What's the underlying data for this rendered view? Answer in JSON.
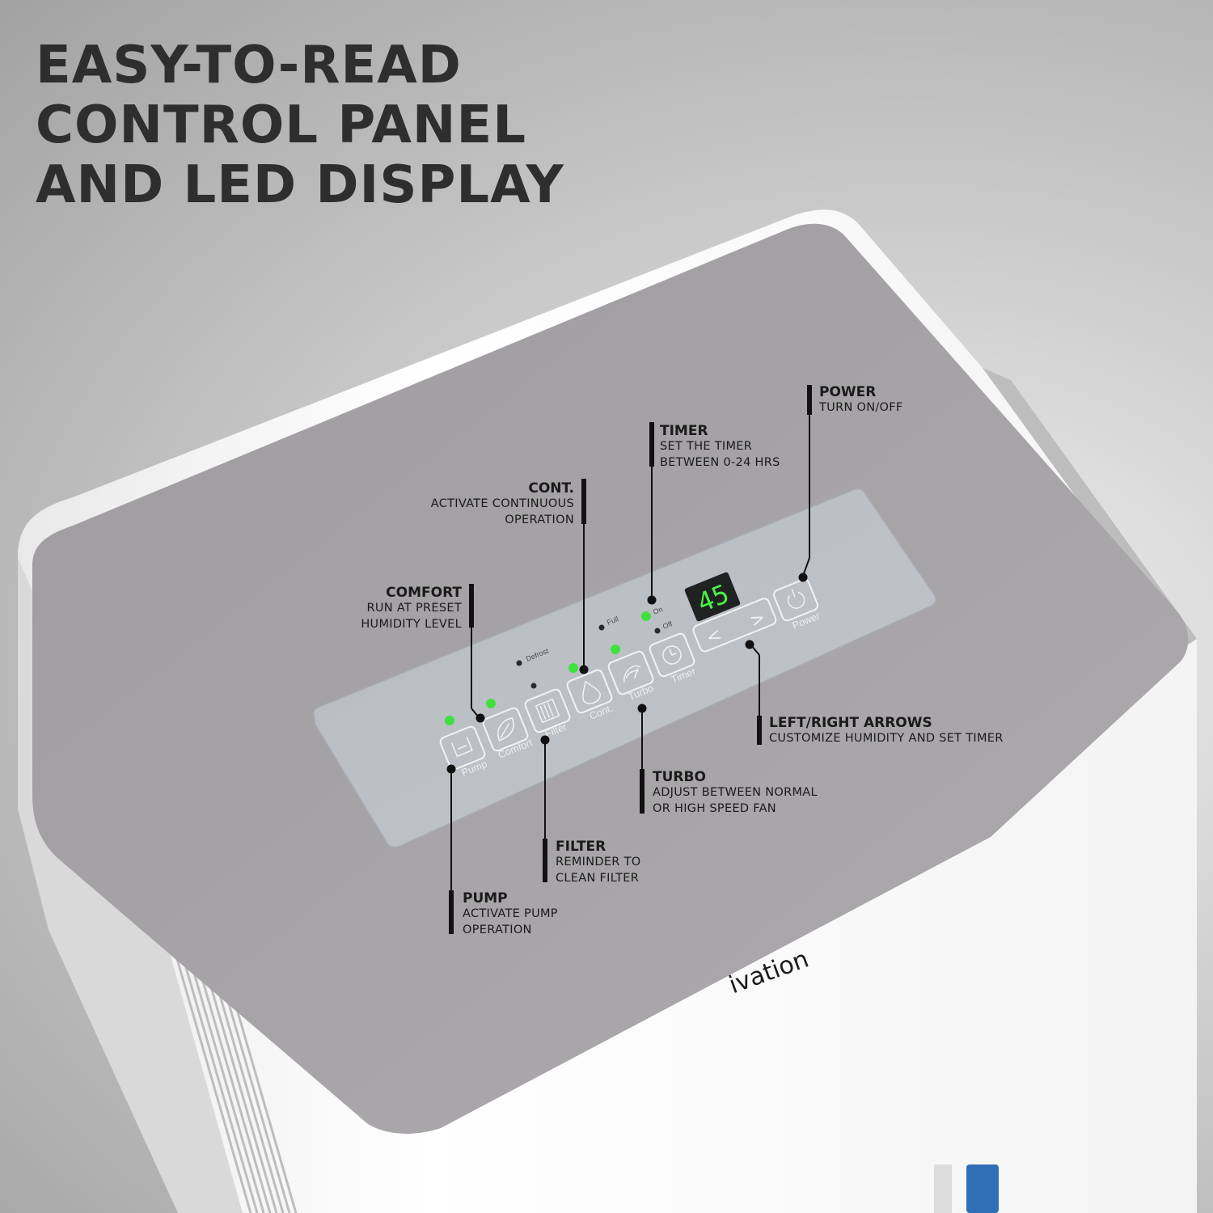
{
  "headline": {
    "lines": [
      "EASY-TO-READ",
      "CONTROL PANEL",
      "AND LED DISPLAY"
    ]
  },
  "device": {
    "brand": "ivation",
    "display_reading": "45",
    "buttons": [
      {
        "id": "pump",
        "label": "Pump",
        "icon": "tank-icon"
      },
      {
        "id": "comfort",
        "label": "Comfort",
        "icon": "leaf-icon"
      },
      {
        "id": "filter",
        "label": "Filter",
        "icon": "filter-icon"
      },
      {
        "id": "cont",
        "label": "Cont.",
        "icon": "drop-icon"
      },
      {
        "id": "turbo",
        "label": "Turbo",
        "icon": "fan-icon"
      },
      {
        "id": "timer",
        "label": "Timer",
        "icon": "clock-icon"
      }
    ],
    "arrows": {
      "left": "<",
      "right": ">"
    },
    "power_label": "Power",
    "indicators": {
      "defrost": "Defrost",
      "full": "Full",
      "on": "On",
      "off": "Off"
    },
    "colors": {
      "led_green": "#3ee03e",
      "display_digits": "#49f049",
      "panel": "#a8a6a8",
      "glass": "#b9bdc2"
    }
  },
  "callouts": {
    "power": {
      "title": "POWER",
      "desc": [
        "TURN ON/OFF"
      ]
    },
    "timer": {
      "title": "TIMER",
      "desc": [
        "SET THE TIMER",
        "BETWEEN 0-24 HRS"
      ]
    },
    "cont": {
      "title": "CONT.",
      "desc": [
        "ACTIVATE CONTINUOUS",
        "OPERATION"
      ]
    },
    "comfort": {
      "title": "COMFORT",
      "desc": [
        "RUN AT PRESET",
        "HUMIDITY LEVEL"
      ]
    },
    "arrows": {
      "title": "LEFT/RIGHT ARROWS",
      "desc": [
        "CUSTOMIZE HUMIDITY AND SET TIMER"
      ]
    },
    "turbo": {
      "title": "TURBO",
      "desc": [
        "ADJUST BETWEEN NORMAL",
        "OR HIGH SPEED FAN"
      ]
    },
    "filter": {
      "title": "FILTER",
      "desc": [
        "REMINDER TO",
        "CLEAN FILTER"
      ]
    },
    "pump": {
      "title": "PUMP",
      "desc": [
        "ACTIVATE PUMP",
        "OPERATION"
      ]
    }
  }
}
